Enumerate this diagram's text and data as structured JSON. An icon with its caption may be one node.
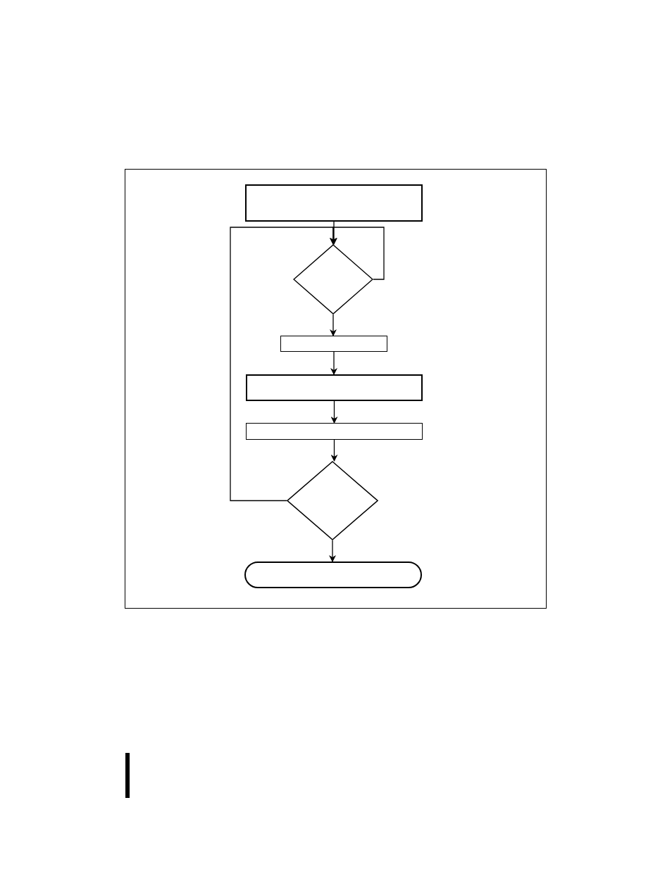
{
  "diagram": {
    "nodes": [
      {
        "text": [],
        "shape": "box"
      },
      {
        "text": [],
        "shape": "diamond"
      },
      {
        "text": [],
        "shape": "box"
      },
      {
        "text": [],
        "shape": "box"
      },
      {
        "text": [],
        "shape": "box"
      },
      {
        "text": [],
        "shape": "diamond"
      },
      {
        "text": [],
        "shape": "terminal"
      }
    ],
    "edges": [
      {
        "from": 0,
        "to": 1,
        "arrow": "to"
      },
      {
        "from": 1,
        "to": 1,
        "arrow": "to"
      },
      {
        "from": 5,
        "to": 1,
        "arrow": "to"
      },
      {
        "from": 1,
        "to": 2,
        "arrow": "to"
      },
      {
        "from": 2,
        "to": 3,
        "arrow": "to"
      },
      {
        "from": 3,
        "to": 4,
        "arrow": "to"
      },
      {
        "from": 4,
        "to": 5,
        "arrow": "to"
      },
      {
        "from": 5,
        "to": 6,
        "arrow": "to"
      }
    ]
  }
}
